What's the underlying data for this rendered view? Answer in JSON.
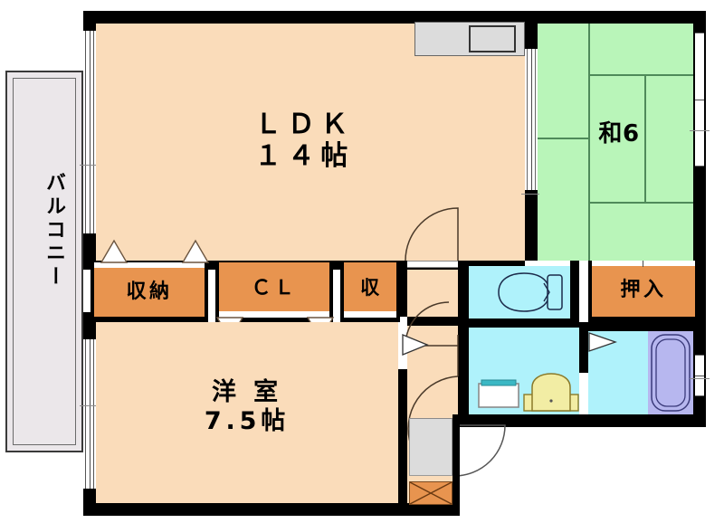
{
  "plan": {
    "type": "japanese-apartment-floorplan",
    "layout_code": "2LDK",
    "rooms": [
      {
        "name": "LDK",
        "label": "ＬＤＫ\n１４帖",
        "size_jo": 14,
        "floor_color": "#FADCBA"
      },
      {
        "name": "washitsu",
        "label": "和6",
        "size_jo": 6,
        "floor_color": "#B9F5B9"
      },
      {
        "name": "yoshitsu",
        "label": "洋 室\n7.5帖",
        "size_jo": 7.5,
        "floor_color": "#FADCBA"
      }
    ],
    "storages": [
      {
        "name": "shuno",
        "label": "収納"
      },
      {
        "name": "closet",
        "label": "ＣＬ"
      },
      {
        "name": "shu",
        "label": "収"
      },
      {
        "name": "oshiire",
        "label": "押入"
      }
    ],
    "balcony": {
      "label": "バルコニー"
    },
    "colors": {
      "floor_peach": "#FADCBA",
      "tatami_green": "#B9F5B9",
      "storage_orange": "#E8944F",
      "wet_cyan": "#AFF2FB",
      "bathtub_purple": "#B7B7EF",
      "genkan_gray": "#DCDCDC",
      "balcony_gray": "#EBE7EA",
      "wall_black": "#000000"
    },
    "fixtures": [
      {
        "name": "kitchen-counter"
      },
      {
        "name": "toilet"
      },
      {
        "name": "washing-machine-pan"
      },
      {
        "name": "vanity-sink"
      },
      {
        "name": "bathtub"
      },
      {
        "name": "shoe-box"
      }
    ]
  }
}
